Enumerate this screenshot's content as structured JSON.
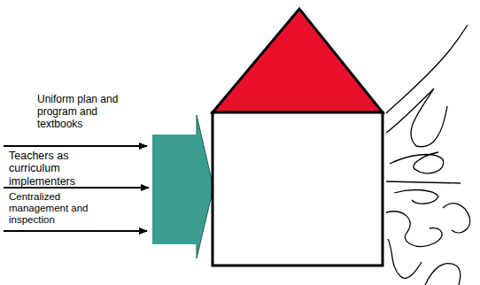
{
  "diagram": {
    "labels": [
      "Uniform plan and program and textbooks",
      "Teachers as curriculum implementers",
      "Centralized management and inspection"
    ]
  }
}
